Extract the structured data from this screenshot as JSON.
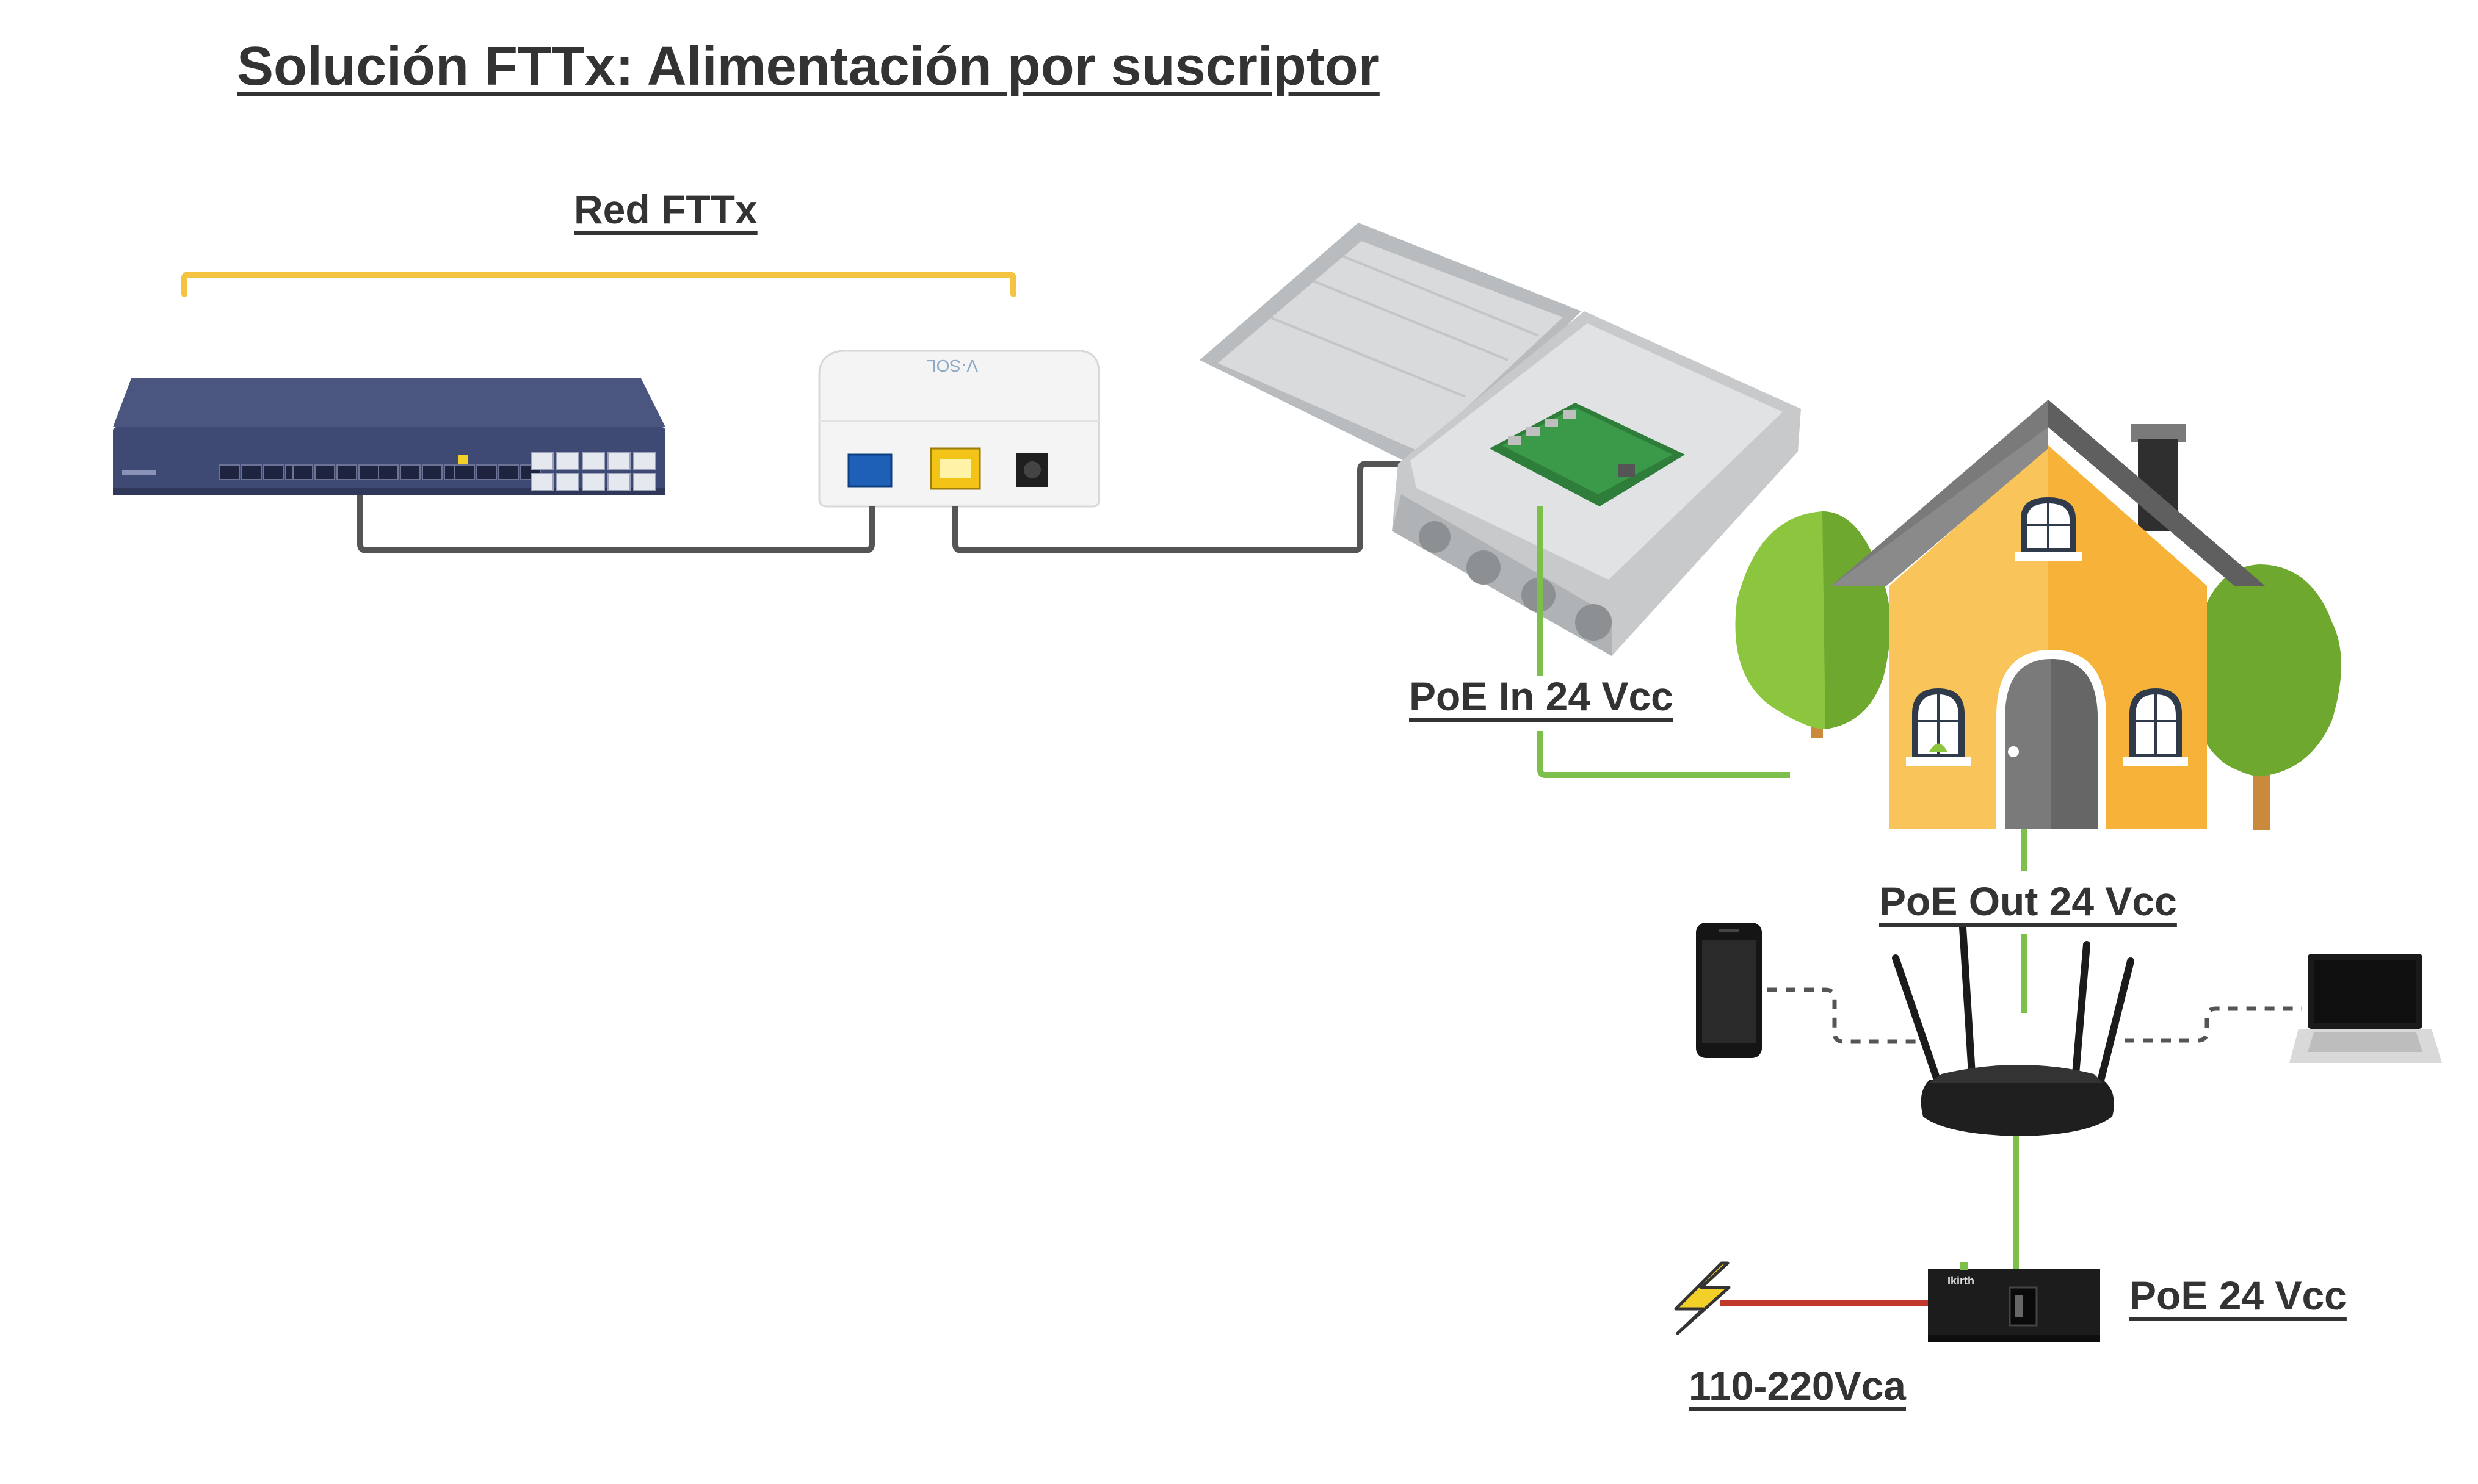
{
  "title": "Solución FTTx: Alimentación por suscriptor",
  "labels": {
    "red_fttx": "Red FTTx",
    "poe_in": "PoE In 24 Vcc",
    "poe_out": "PoE Out 24 Vcc",
    "poe_24": "PoE 24 Vcc",
    "ac_input": "110-220Vca"
  },
  "devices": {
    "onu_brand": "V·SOL",
    "injector_brand": "Ikirth"
  },
  "colors": {
    "text": "#333333",
    "bracket": "#F5C342",
    "fiber_cable": "#555555",
    "poe_cable": "#7CBF4A",
    "power_cable": "#C0392B",
    "olt_body": "#3E4A73",
    "house_wall": "#F9C55B",
    "roof": "#7A7A7A",
    "tree": "#7DBA3C",
    "bolt": "#F2D027"
  },
  "icons": [
    "olt-switch-icon",
    "onu-icon",
    "outdoor-enclosure-icon",
    "house-icon",
    "tree-icon",
    "router-icon",
    "smartphone-icon",
    "laptop-icon",
    "poe-injector-icon",
    "lightning-bolt-icon"
  ]
}
